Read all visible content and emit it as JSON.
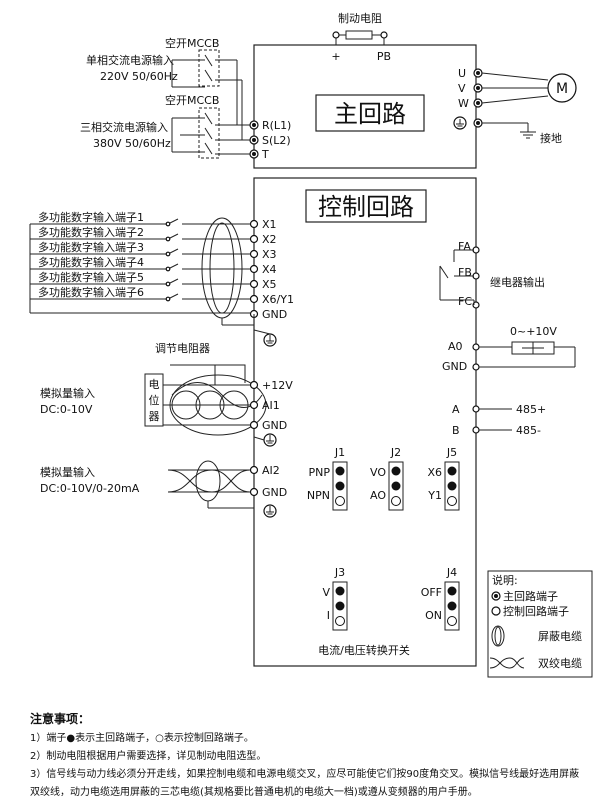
{
  "top": {
    "brake_resistor": "制动电阻",
    "plus": "+",
    "pb": "PB",
    "u": "U",
    "v": "V",
    "w": "W",
    "motor": "M",
    "ground": "接地"
  },
  "power": {
    "mccb1": "空开MCCB",
    "single_phase": "单相交流电源输入",
    "single_spec": "220V 50/60Hz",
    "mccb2": "空开MCCB",
    "three_phase": "三相交流电源输入",
    "three_spec": "380V 50/60Hz",
    "r": "R(L1)",
    "s": "S(L2)",
    "t": "T"
  },
  "main_title": "主回路",
  "control_title": "控制回路",
  "inputs": {
    "labels": [
      "多功能数字输入端子1",
      "多功能数字输入端子2",
      "多功能数字输入端子3",
      "多功能数字输入端子4",
      "多功能数字输入端子5",
      "多功能数字输入端子6"
    ],
    "terminals": [
      "X1",
      "X2",
      "X3",
      "X4",
      "X5",
      "X6/Y1",
      "GND"
    ]
  },
  "analog": {
    "pot_label": "调节电阻器",
    "pot_box": [
      "电",
      "位",
      "器"
    ],
    "in1_label": "模拟量输入",
    "in1_spec": "DC:0-10V",
    "in1_terms": [
      "+12V",
      "AI1",
      "GND"
    ],
    "in2_label": "模拟量输入",
    "in2_spec": "DC:0-10V/0-20mA",
    "in2_terms": [
      "AI2",
      "GND"
    ]
  },
  "relay": {
    "fa": "FA",
    "fb": "FB",
    "fc": "FC",
    "label": "继电器输出"
  },
  "aout": {
    "range": "0~+10V",
    "a0": "A0",
    "gnd": "GND"
  },
  "rs485": {
    "a": "A",
    "b": "B",
    "plus": "485+",
    "minus": "485-"
  },
  "jumpers": {
    "j1": "J1",
    "j1_top": "PNP",
    "j1_bot": "NPN",
    "j2": "J2",
    "j2_top": "VO",
    "j2_bot": "AO",
    "j5": "J5",
    "j5_top": "X6",
    "j5_bot": "Y1",
    "j3": "J3",
    "j3_top": "V",
    "j3_bot": "I",
    "j4": "J4",
    "j4_top": "OFF",
    "j4_bot": "ON",
    "caption": "电流/电压转换开关"
  },
  "legend": {
    "title": "说明:",
    "main": "主回路端子",
    "ctrl": "控制回路端子",
    "shield": "屏蔽电缆",
    "twisted": "双绞电缆"
  },
  "notes": {
    "title": "注意事项：",
    "n1": "1）端子●表示主回路端子，○表示控制回路端子。",
    "n2": "2）制动电阻根据用户需要选择，详见制动电阻选型。",
    "n3": "3）信号线与动力线必须分开走线，如果控制电缆和电源电缆交叉，应尽可能使它们按90度角交叉。模拟信号线最好选用屏蔽双绞线，动力电缆选用屏蔽的三芯电缆(其规格要比普通电机的电缆大一档)或遵从变频器的用户手册。"
  }
}
